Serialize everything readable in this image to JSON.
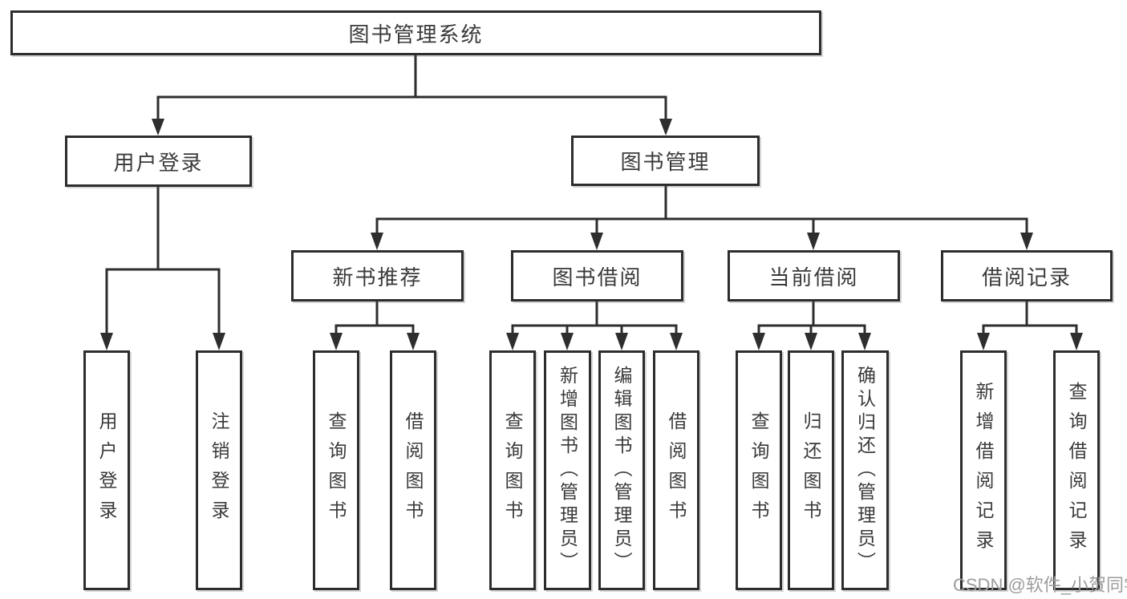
{
  "tree": {
    "label": "图书管理系统",
    "children": [
      {
        "label": "用户登录",
        "children": [
          {
            "label": "用户登录"
          },
          {
            "label": "注销登录"
          }
        ]
      },
      {
        "label": "图书管理",
        "children": [
          {
            "label": "新书推荐",
            "children": [
              {
                "label": "查询图书"
              },
              {
                "label": "借阅图书"
              }
            ]
          },
          {
            "label": "图书借阅",
            "children": [
              {
                "label": "查询图书"
              },
              {
                "label": "新增图书（管理员）"
              },
              {
                "label": "编辑图书（管理员）"
              },
              {
                "label": "借阅图书"
              }
            ]
          },
          {
            "label": "当前借阅",
            "children": [
              {
                "label": "查询图书"
              },
              {
                "label": "归还图书"
              },
              {
                "label": "确认归还（管理员）"
              }
            ]
          },
          {
            "label": "借阅记录",
            "children": [
              {
                "label": "新增借阅记录"
              },
              {
                "label": "查询借阅记录"
              }
            ]
          }
        ]
      }
    ]
  },
  "watermark": {
    "text": "CSDN @软件_小贺同学"
  },
  "colors": {
    "background": "#ffffff",
    "box_fill": "#ffffff",
    "box_border": "#2d2d2d",
    "line": "#2e2e2e",
    "text": "#3a3a3a",
    "watermark": "#9c9c9c"
  }
}
